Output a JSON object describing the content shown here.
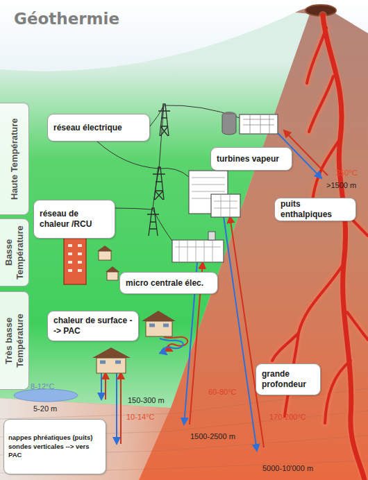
{
  "diagram": {
    "title": "Géothermie",
    "nodes": [
      {
        "text": [
          "Haute Température"
        ]
      },
      {
        "text": [
          "réseau électrique"
        ]
      },
      {
        "text": [
          "turbines vapeur"
        ]
      },
      {
        "text": [
          "réseau de chaleur /RCU"
        ]
      },
      {
        "text": [
          "puits enthalpiques"
        ]
      },
      {
        "text": [
          "Basse Température"
        ]
      },
      {
        "text": [
          "micro centrale élec."
        ]
      },
      {
        "text": [
          "Très basse Température"
        ]
      },
      {
        "text": [
          "chaleur de surface --> PAC"
        ]
      },
      {
        "text": [
          "grande profondeur"
        ]
      },
      {
        "text": [
          "nappes phréatiques (puits) sondes verticales --> vers PAC"
        ]
      }
    ],
    "labels": [
      "250°C",
      ">1500 m",
      "8-12°C",
      "60-80°C",
      "5-20 m",
      "150-300 m",
      "170-200°C",
      "10-14°C",
      "1500-2500 m",
      "5000-10'000 m"
    ]
  }
}
